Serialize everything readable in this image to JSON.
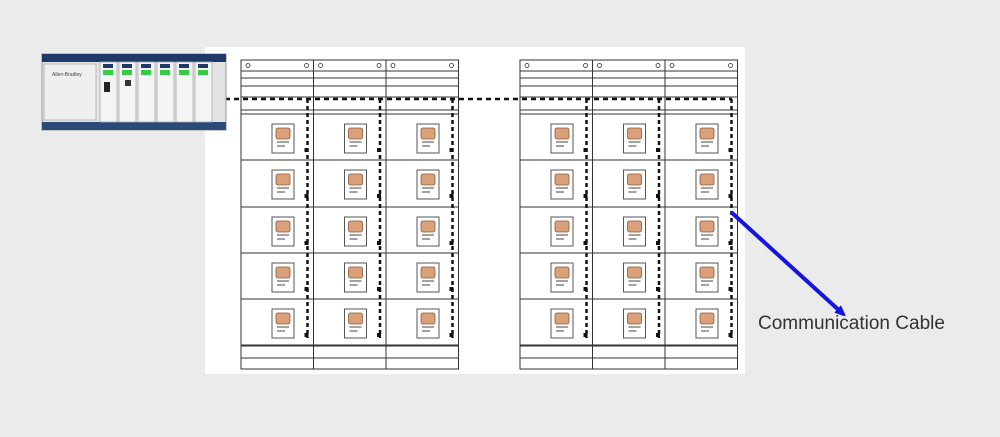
{
  "diagram": {
    "annotation_label": "Communication Cable",
    "plc_brand_text": "Allen-Bradley",
    "groups": [
      {
        "sections": 3,
        "rows": 5
      },
      {
        "sections": 3,
        "rows": 5
      }
    ],
    "device_icon": "relay-module-icon",
    "colors": {
      "background": "#ebebeb",
      "panel": "#ffffff",
      "lines": "#333333",
      "cable_dashed": "#111111",
      "arrow": "#1515e0",
      "label_text": "#333333",
      "plc_body": "#e3e3e3",
      "plc_display": "#33cc44"
    }
  }
}
